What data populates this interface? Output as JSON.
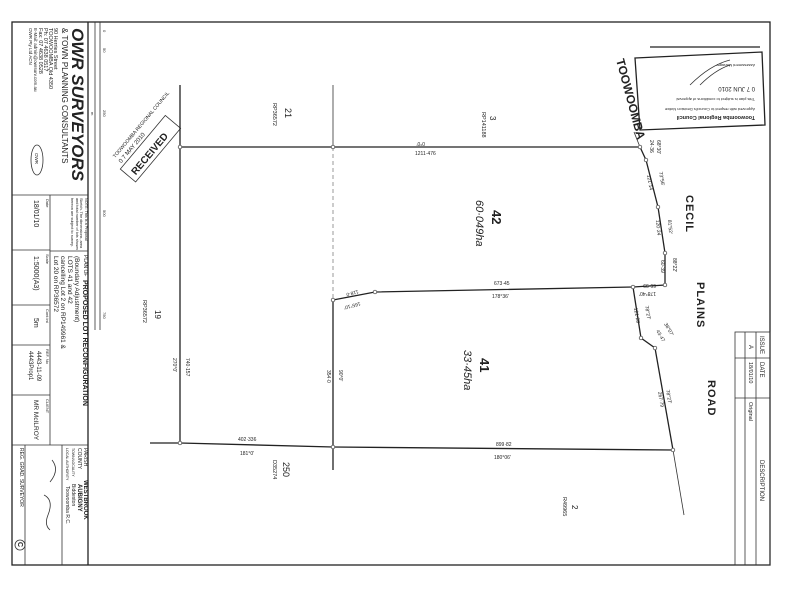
{
  "firm": {
    "name": "OWR SURVEYORS",
    "subtitle": "& TOWN PLANNING CONSULTANTS",
    "address1": "90 Herries Street",
    "address2": "TOOWOOMBA Qld 4350",
    "phone": "Ph: 07 4638 0517",
    "fax": "Fax: 07 4638 0528",
    "email": "E-Mail: admin@owrsurv.com.au",
    "abn": "OWR Pty Ltd ACN",
    "logo": "OWR",
    "note": "NOTE: This is a Proposal Sketch. The dimensions, area and total number of lots shown hereon are subject to survey."
  },
  "title_block": {
    "plan_of_label": "PLAN OF",
    "plan_title": "PROPOSED LOT RECONFIGURATION",
    "desc1": "(Boundary Adjustment)",
    "desc2": "LOTS 41 and 42",
    "desc3": "cancelling Lot 2 on RP149961 &",
    "desc4": "Lot 20 on RP36572",
    "date_label": "Date",
    "date": "18/01/10",
    "scale_label": "Scale",
    "scale": "1:5000(A3)",
    "cont_label": "Cont int",
    "cont": "5m",
    "ref_label": "REF. No",
    "ref1": "4443-11-09",
    "ref2": "4443Prop1",
    "client_label": "CLIENT",
    "client": "MR McILROY",
    "parish_label": "PARISH",
    "parish": "WESTBROOK",
    "county_label": "COUNTY",
    "county": "AUBIGNY",
    "town_label": "TOWN/LOCALITY",
    "town": "Biddeston",
    "authority_label": "LOCAL AUTHORITY",
    "authority": "Toowoomba R.C.",
    "surveyor_label": "REG. GRAD. SURVEYOR",
    "copyright": "C"
  },
  "scale_bar": [
    "0",
    "50",
    "250",
    "500",
    "750"
  ],
  "scale_units": "m",
  "stamps": {
    "received": "RECEIVED",
    "received_date": "0 7 MAY 2010",
    "received_council": "TOOWOOMBA REGIONAL COUNCIL",
    "approval_council": "Toowoomba Regional Council",
    "approval_text": "Approved with respect to Council's Decision Notice",
    "approval_sub": "This plan is subject to conditions of approval",
    "approval_date": "0 7 JUN 2010",
    "approval_officer": "Assessment Manager",
    "toowoomba": "TOOWOOMBA"
  },
  "lots": {
    "lot42": {
      "number": "42",
      "area": "60·049ha"
    },
    "lot41": {
      "number": "41",
      "area": "33·45ha"
    },
    "adj21": {
      "number": "21",
      "plan": "RP36572"
    },
    "adj3": {
      "number": "3",
      "plan": "RP141188"
    },
    "adj19": {
      "number": "19",
      "plan": "RP36572"
    },
    "adj250": {
      "number": "250",
      "plan": "D35274"
    },
    "adj2": {
      "number": "2",
      "plan": "R49965"
    }
  },
  "road": {
    "word1": "CECIL",
    "word2": "PLAINS",
    "word3": "ROAD"
  },
  "dimensions": {
    "top_bearing": "0°0'",
    "top_dist": "1211·476",
    "r1_bearing": "68°30'",
    "r1_dist": "24·36",
    "r2_bearing": "73°56'",
    "r2_dist": "121·14",
    "r3_bearing": "81°52'",
    "r3_dist": "120·24",
    "r4_bearing": "88°22'",
    "r4_dist": "60·39",
    "mid_dist": "673·45",
    "mid_bearing": "178°36'",
    "mid_short_dist": "66·99",
    "mid_short_bearing": "178°40'",
    "diag_dist": "118·0",
    "diag_bearing": "165°10'",
    "s1_bearing": "78°27'",
    "s1_dist": "121·28",
    "s2_bearing": "38°07'",
    "s2_dist": "43·47",
    "s3_bearing": "78°27'",
    "s3_dist": "267·79",
    "left_dist": "740·157",
    "left_bearing": "270°0'",
    "inner_bearing": "90°0'",
    "inner_dist": "354·0",
    "bot_left_dist": "402·336",
    "bot_left_bearing": "181°0'",
    "bot_right_dist": "899·82",
    "bot_right_bearing": "180°06'"
  },
  "revisions": {
    "headers": [
      "ISSUE",
      "DATE",
      "DESCRIPTION"
    ],
    "rows": [
      [
        "A",
        "18/01/10",
        "Original"
      ]
    ]
  }
}
